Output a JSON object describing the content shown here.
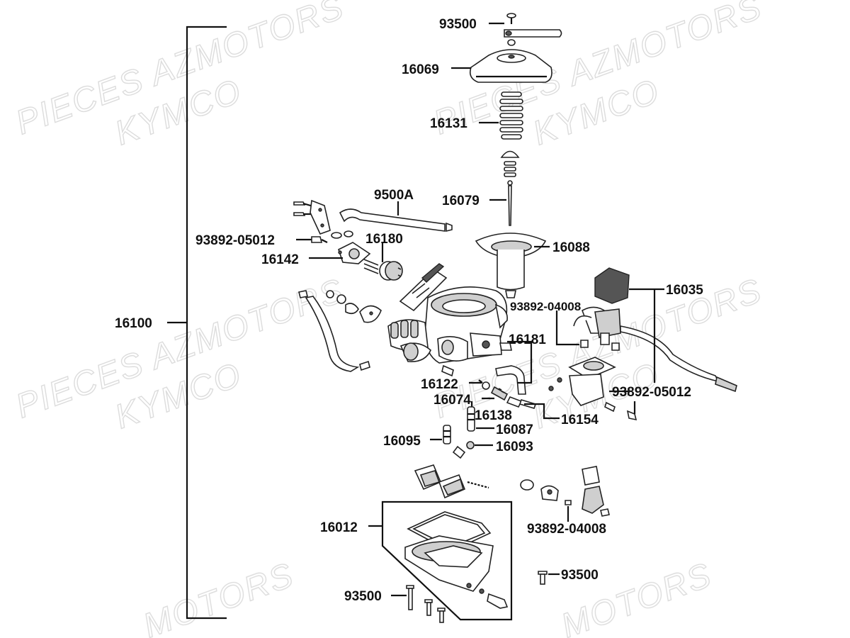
{
  "watermark": {
    "line1": "PIECES AZMOTORS",
    "line2": "KYMCO",
    "partial": "MOTORS"
  },
  "labels": {
    "assembly": "16100",
    "p93500_top": "93500",
    "p16069": "16069",
    "p16131": "16131",
    "p9500A": "9500A",
    "p16079": "16079",
    "p93892_05012_left": "93892-05012",
    "p16180": "16180",
    "p16142": "16142",
    "p16088": "16088",
    "p16035": "16035",
    "p93892_04008_top": "93892-04008",
    "p16181": "16181",
    "p16122": "16122",
    "p16074": "16074",
    "p16138": "16138",
    "p16154": "16154",
    "p93892_05012_right": "93892-05012",
    "p16087": "16087",
    "p16095": "16095",
    "p16093": "16093",
    "p16012": "16012",
    "p93892_04008_bottom": "93892-04008",
    "p93500_right": "93500",
    "p93500_bottom": "93500"
  }
}
